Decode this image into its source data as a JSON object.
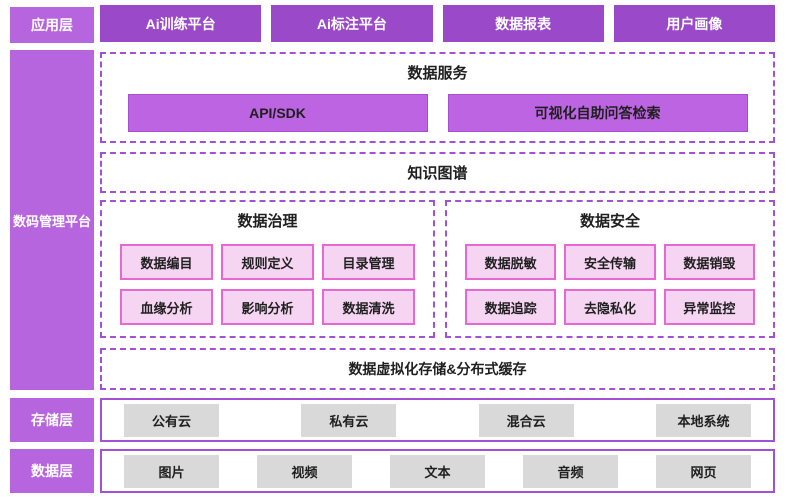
{
  "sidebar": {
    "app_layer_label": "应用层",
    "platform_label": "数码管理平台",
    "storage_layer_label": "存储层",
    "data_layer_label": "数据层"
  },
  "app_layer": {
    "items": [
      "Ai训练平台",
      "Ai标注平台",
      "数据报表",
      "用户画像"
    ]
  },
  "data_service": {
    "title": "数据服务",
    "items": [
      "API/SDK",
      "可视化自助问答检索"
    ]
  },
  "knowledge_graph": {
    "title": "知识图谱"
  },
  "data_governance": {
    "title": "数据治理",
    "items": [
      "数据编目",
      "规则定义",
      "目录管理",
      "血缘分析",
      "影响分析",
      "数据清洗"
    ]
  },
  "data_security": {
    "title": "数据安全",
    "items": [
      "数据脱敏",
      "安全传输",
      "数据销毁",
      "数据追踪",
      "去隐私化",
      "异常监控"
    ]
  },
  "virtual_storage": {
    "title": "数据虚拟化存储&分布式缓存"
  },
  "storage_layer": {
    "items": [
      "公有云",
      "私有云",
      "混合云",
      "本地系统"
    ]
  },
  "data_layer": {
    "items": [
      "图片",
      "视频",
      "文本",
      "音频",
      "网页"
    ]
  },
  "colors": {
    "sidebar_purple": "#b765de",
    "top_row_purple": "#9a49c8",
    "button_purple": "#bd64e2",
    "dashed_border": "#a151d1",
    "pink_fill": "#f5d5f2",
    "pink_border": "#e967d4",
    "grey_fill": "#d9d9d9",
    "dark_text": "#1f1f1f"
  }
}
